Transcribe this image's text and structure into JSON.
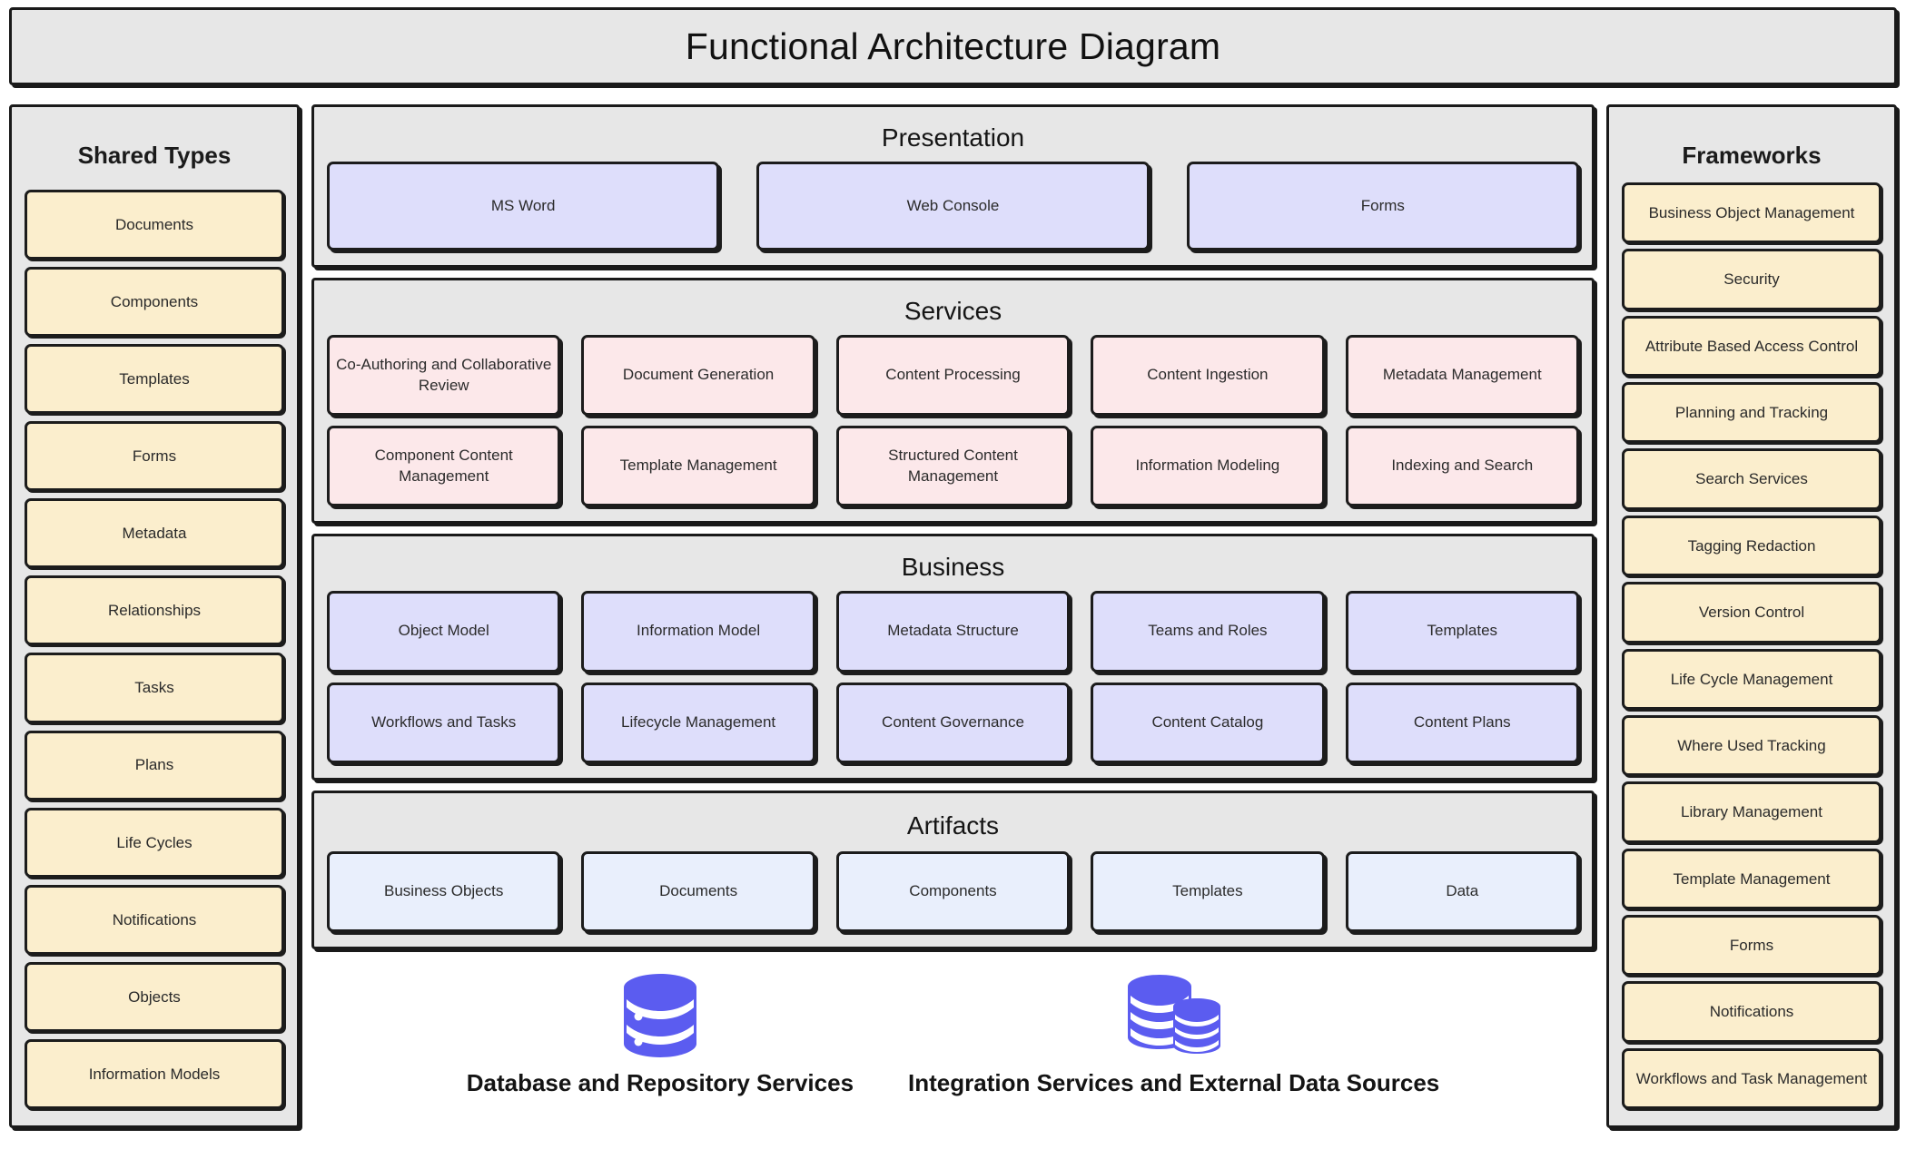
{
  "header": {
    "title": "Functional Architecture Diagram"
  },
  "colors": {
    "panel_background": "#e7e7e7",
    "border": "#1c1c1c",
    "shared_types_chip": "#fbeecd",
    "frameworks_chip": "#fbeecd",
    "presentation_cell": "#dedefb",
    "services_cell": "#fce8ea",
    "business_cell": "#dedefb",
    "artifacts_cell": "#e9effc",
    "database_icon": "#5b5cf0"
  },
  "shared_types": {
    "title": "Shared Types",
    "items": [
      {
        "label": "Documents"
      },
      {
        "label": "Components"
      },
      {
        "label": "Templates"
      },
      {
        "label": "Forms"
      },
      {
        "label": "Metadata"
      },
      {
        "label": "Relationships"
      },
      {
        "label": "Tasks"
      },
      {
        "label": "Plans"
      },
      {
        "label": "Life Cycles"
      },
      {
        "label": "Notifications"
      },
      {
        "label": "Objects"
      },
      {
        "label": "Information Models"
      }
    ]
  },
  "frameworks": {
    "title": "Frameworks",
    "items": [
      {
        "label": "Business Object Management"
      },
      {
        "label": "Security"
      },
      {
        "label": "Attribute Based Access Control"
      },
      {
        "label": "Planning and Tracking"
      },
      {
        "label": "Search Services"
      },
      {
        "label": "Tagging Redaction"
      },
      {
        "label": "Version Control"
      },
      {
        "label": "Life Cycle Management"
      },
      {
        "label": "Where Used Tracking"
      },
      {
        "label": "Library Management"
      },
      {
        "label": "Template Management"
      },
      {
        "label": "Forms"
      },
      {
        "label": "Notifications"
      },
      {
        "label": "Workflows and Task Management"
      }
    ]
  },
  "layers": {
    "presentation": {
      "title": "Presentation",
      "items": [
        {
          "label": "MS Word"
        },
        {
          "label": "Web Console"
        },
        {
          "label": "Forms"
        }
      ]
    },
    "services": {
      "title": "Services",
      "items": [
        {
          "label": "Co-Authoring and Collaborative Review"
        },
        {
          "label": "Document Generation"
        },
        {
          "label": "Content Processing"
        },
        {
          "label": "Content Ingestion"
        },
        {
          "label": "Metadata Management"
        },
        {
          "label": "Component Content Management"
        },
        {
          "label": "Template Management"
        },
        {
          "label": "Structured Content Management"
        },
        {
          "label": "Information Modeling"
        },
        {
          "label": "Indexing and Search"
        }
      ]
    },
    "business": {
      "title": "Business",
      "items": [
        {
          "label": "Object Model"
        },
        {
          "label": "Information Model"
        },
        {
          "label": "Metadata Structure"
        },
        {
          "label": "Teams and Roles"
        },
        {
          "label": "Templates"
        },
        {
          "label": "Workflows and Tasks"
        },
        {
          "label": "Lifecycle Management"
        },
        {
          "label": "Content Governance"
        },
        {
          "label": "Content Catalog"
        },
        {
          "label": "Content Plans"
        }
      ]
    },
    "artifacts": {
      "title": "Artifacts",
      "items": [
        {
          "label": "Business Objects"
        },
        {
          "label": "Documents"
        },
        {
          "label": "Components"
        },
        {
          "label": "Templates"
        },
        {
          "label": "Data"
        }
      ]
    }
  },
  "foundation": {
    "items": [
      {
        "label": "Database and Repository Services",
        "icon": "database-single-icon"
      },
      {
        "label": "Integration Services and External Data Sources",
        "icon": "database-stack-icon"
      }
    ]
  }
}
